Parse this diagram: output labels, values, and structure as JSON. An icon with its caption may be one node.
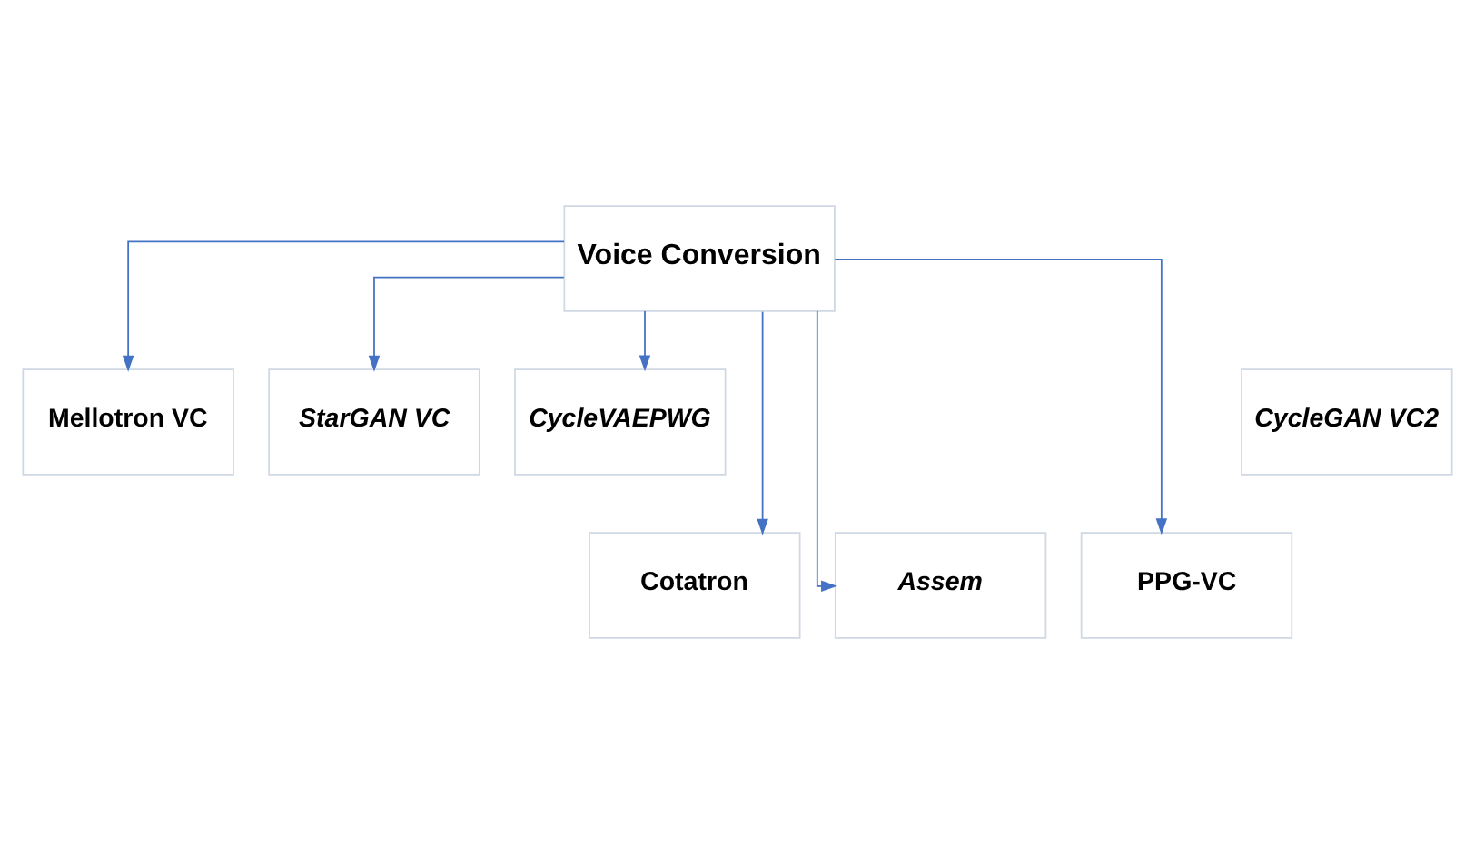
{
  "diagram": {
    "nodes": [
      {
        "text": [
          "Voice Conversion"
        ]
      },
      {
        "text": [
          "Mellotron VC"
        ]
      },
      {
        "text": [
          "CycleGAN VC2"
        ]
      },
      {
        "text": [
          "StarGAN VC"
        ]
      },
      {
        "text": [
          "CycleVAEPWG"
        ]
      },
      {
        "text": [
          "Cotatron"
        ]
      },
      {
        "text": [
          "Assem"
        ]
      },
      {
        "text": [
          "PPG-VC"
        ]
      }
    ],
    "edges": [
      {
        "from": 0,
        "to": 1,
        "arrow": "to"
      },
      {
        "from": 0,
        "to": 3,
        "arrow": "to"
      },
      {
        "from": 0,
        "to": 4,
        "arrow": "to"
      },
      {
        "from": 0,
        "to": 5,
        "arrow": "to"
      },
      {
        "from": 0,
        "to": 6,
        "arrow": "to"
      },
      {
        "from": 0,
        "to": 7,
        "arrow": "to"
      }
    ]
  }
}
